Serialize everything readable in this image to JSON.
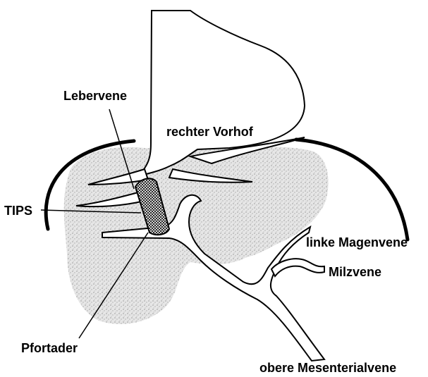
{
  "labels": {
    "lebervene": "Lebervene",
    "rechter_vorhof": "rechter Vorhof",
    "tips": "TIPS",
    "linke_magenvene": "linke Magenvene",
    "milzvene": "Milzvene",
    "pfortader": "Pfortader",
    "obere_mesenterialvene": "obere Mesenterialvene"
  },
  "colors": {
    "ink": "#000000",
    "liver_stipple": "#cfcfcf",
    "background": "#ffffff"
  }
}
